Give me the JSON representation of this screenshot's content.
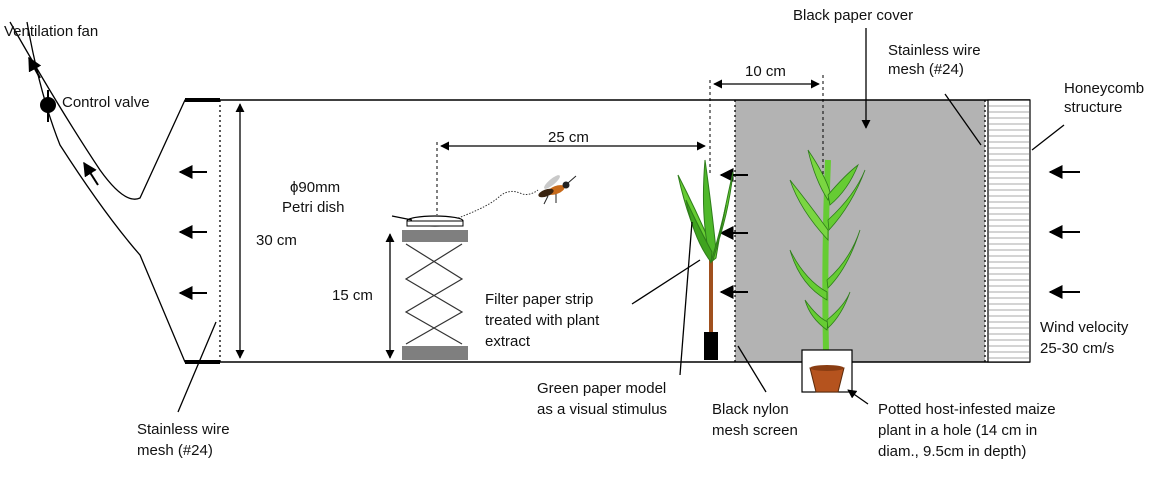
{
  "labels": {
    "ventilation_fan": "Ventilation fan",
    "control_valve": "Control valve",
    "black_paper_cover": "Black paper cover",
    "stainless_mesh_right": [
      "Stainless wire",
      "mesh (#24)"
    ],
    "honeycomb": [
      "Honeycomb",
      "structure"
    ],
    "dim_10cm": "10 cm",
    "dim_25cm": "25 cm",
    "dim_30cm": "30 cm",
    "dim_15cm": "15 cm",
    "petri_dish": [
      "ϕ90mm",
      "Petri dish"
    ],
    "filter_paper": [
      "Filter paper strip",
      "treated with plant",
      "extract"
    ],
    "green_model": [
      "Green paper model",
      "as a visual stimulus"
    ],
    "black_nylon": [
      "Black nylon",
      "mesh screen"
    ],
    "potted_plant": [
      "Potted host-infested maize",
      "plant in a hole (14 cm in",
      "diam., 9.5cm in depth)"
    ],
    "wind_velocity": [
      "Wind velocity",
      "25-30 cm/s"
    ],
    "stainless_mesh_left": [
      "Stainless wire",
      "mesh (#24)"
    ]
  },
  "colors": {
    "cover_gray": "#b3b3b3",
    "plant_green": "#66cc33",
    "plant_dark": "#2e7d1a",
    "stem_brown": "#a0501e",
    "pot_brown": "#b5531e",
    "lift_gray": "#7f7f7f"
  }
}
